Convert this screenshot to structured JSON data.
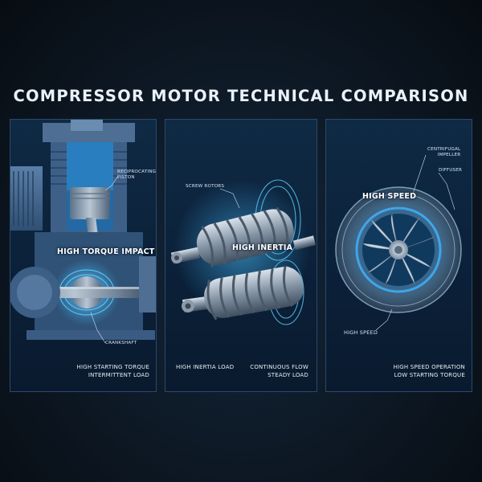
{
  "title": "COMPRESSOR MOTOR TECHNICAL COMPARISON",
  "panels": {
    "reciprocating": {
      "callout_piston_line1": "RECIPROCATING",
      "callout_piston_line2": "PISTON",
      "callout_crankshaft": "CRANKSHAFT",
      "highlight": "HIGH TORQUE IMPACT",
      "caption_line1": "HIGH STARTING TORQUE",
      "caption_line2": "INTERMITTENT LOAD"
    },
    "screw": {
      "callout_rotors": "SCREW ROTORS",
      "highlight": "HIGH INERTIA",
      "caption_left": "HIGH INERTIA LOAD",
      "caption_right_line1": "CONTINUOUS FLOW",
      "caption_right_line2": "STEADY LOAD"
    },
    "centrifugal": {
      "callout_impeller_line1": "CENTRIFUGAL",
      "callout_impeller_line2": "IMPELLER",
      "callout_diffuser": "DIFFUSER",
      "highlight_top": "HIGH SPEED",
      "highlight_bottom": "HIGH SPEED",
      "caption_line1": "HIGH SPEED OPERATION",
      "caption_line2": "LOW STARTING TORQUE"
    }
  },
  "colors": {
    "glow": "#3fb6ff",
    "panel": "#0f2a44",
    "steel": "#9aa9b8"
  }
}
